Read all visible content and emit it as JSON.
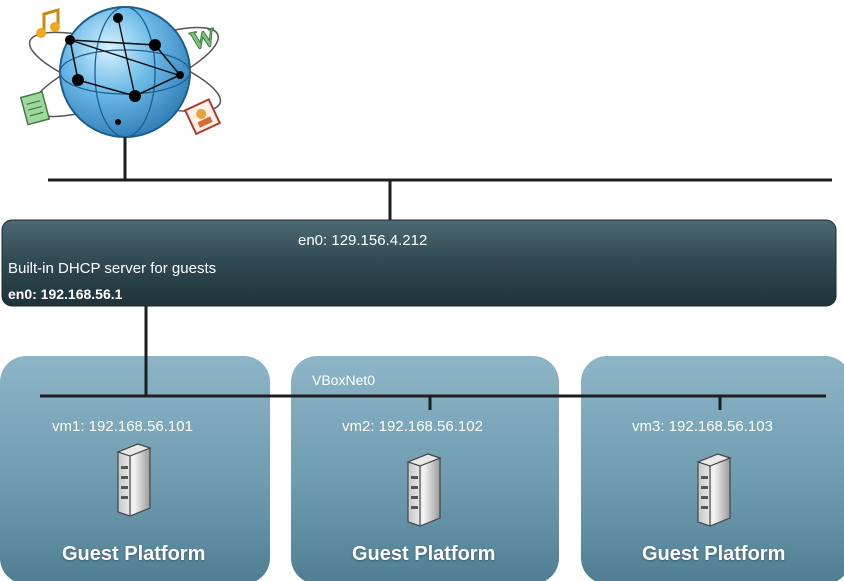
{
  "host": {
    "external_interface": "en0: 129.156.4.212",
    "dhcp_label": "Built-in DHCP server for guests",
    "internal_interface": "en0: 192.168.56.1"
  },
  "network": {
    "name": "VBoxNet0"
  },
  "guests": [
    {
      "ip_label": "vm1: 192.168.56.101",
      "title": "Guest Platform"
    },
    {
      "ip_label": "vm2: 192.168.56.102",
      "title": "Guest Platform"
    },
    {
      "ip_label": "vm3: 192.168.56.103",
      "title": "Guest Platform"
    }
  ],
  "colors": {
    "host_bar": "#2f4851",
    "guest_panel": "#6f9cb0",
    "line": "#1e1e1e",
    "globe": "#4aa3d8"
  },
  "icons": [
    "globe-icon",
    "music-note-icon",
    "letter-w-icon",
    "document-icon",
    "photo-icon",
    "server-icon"
  ]
}
